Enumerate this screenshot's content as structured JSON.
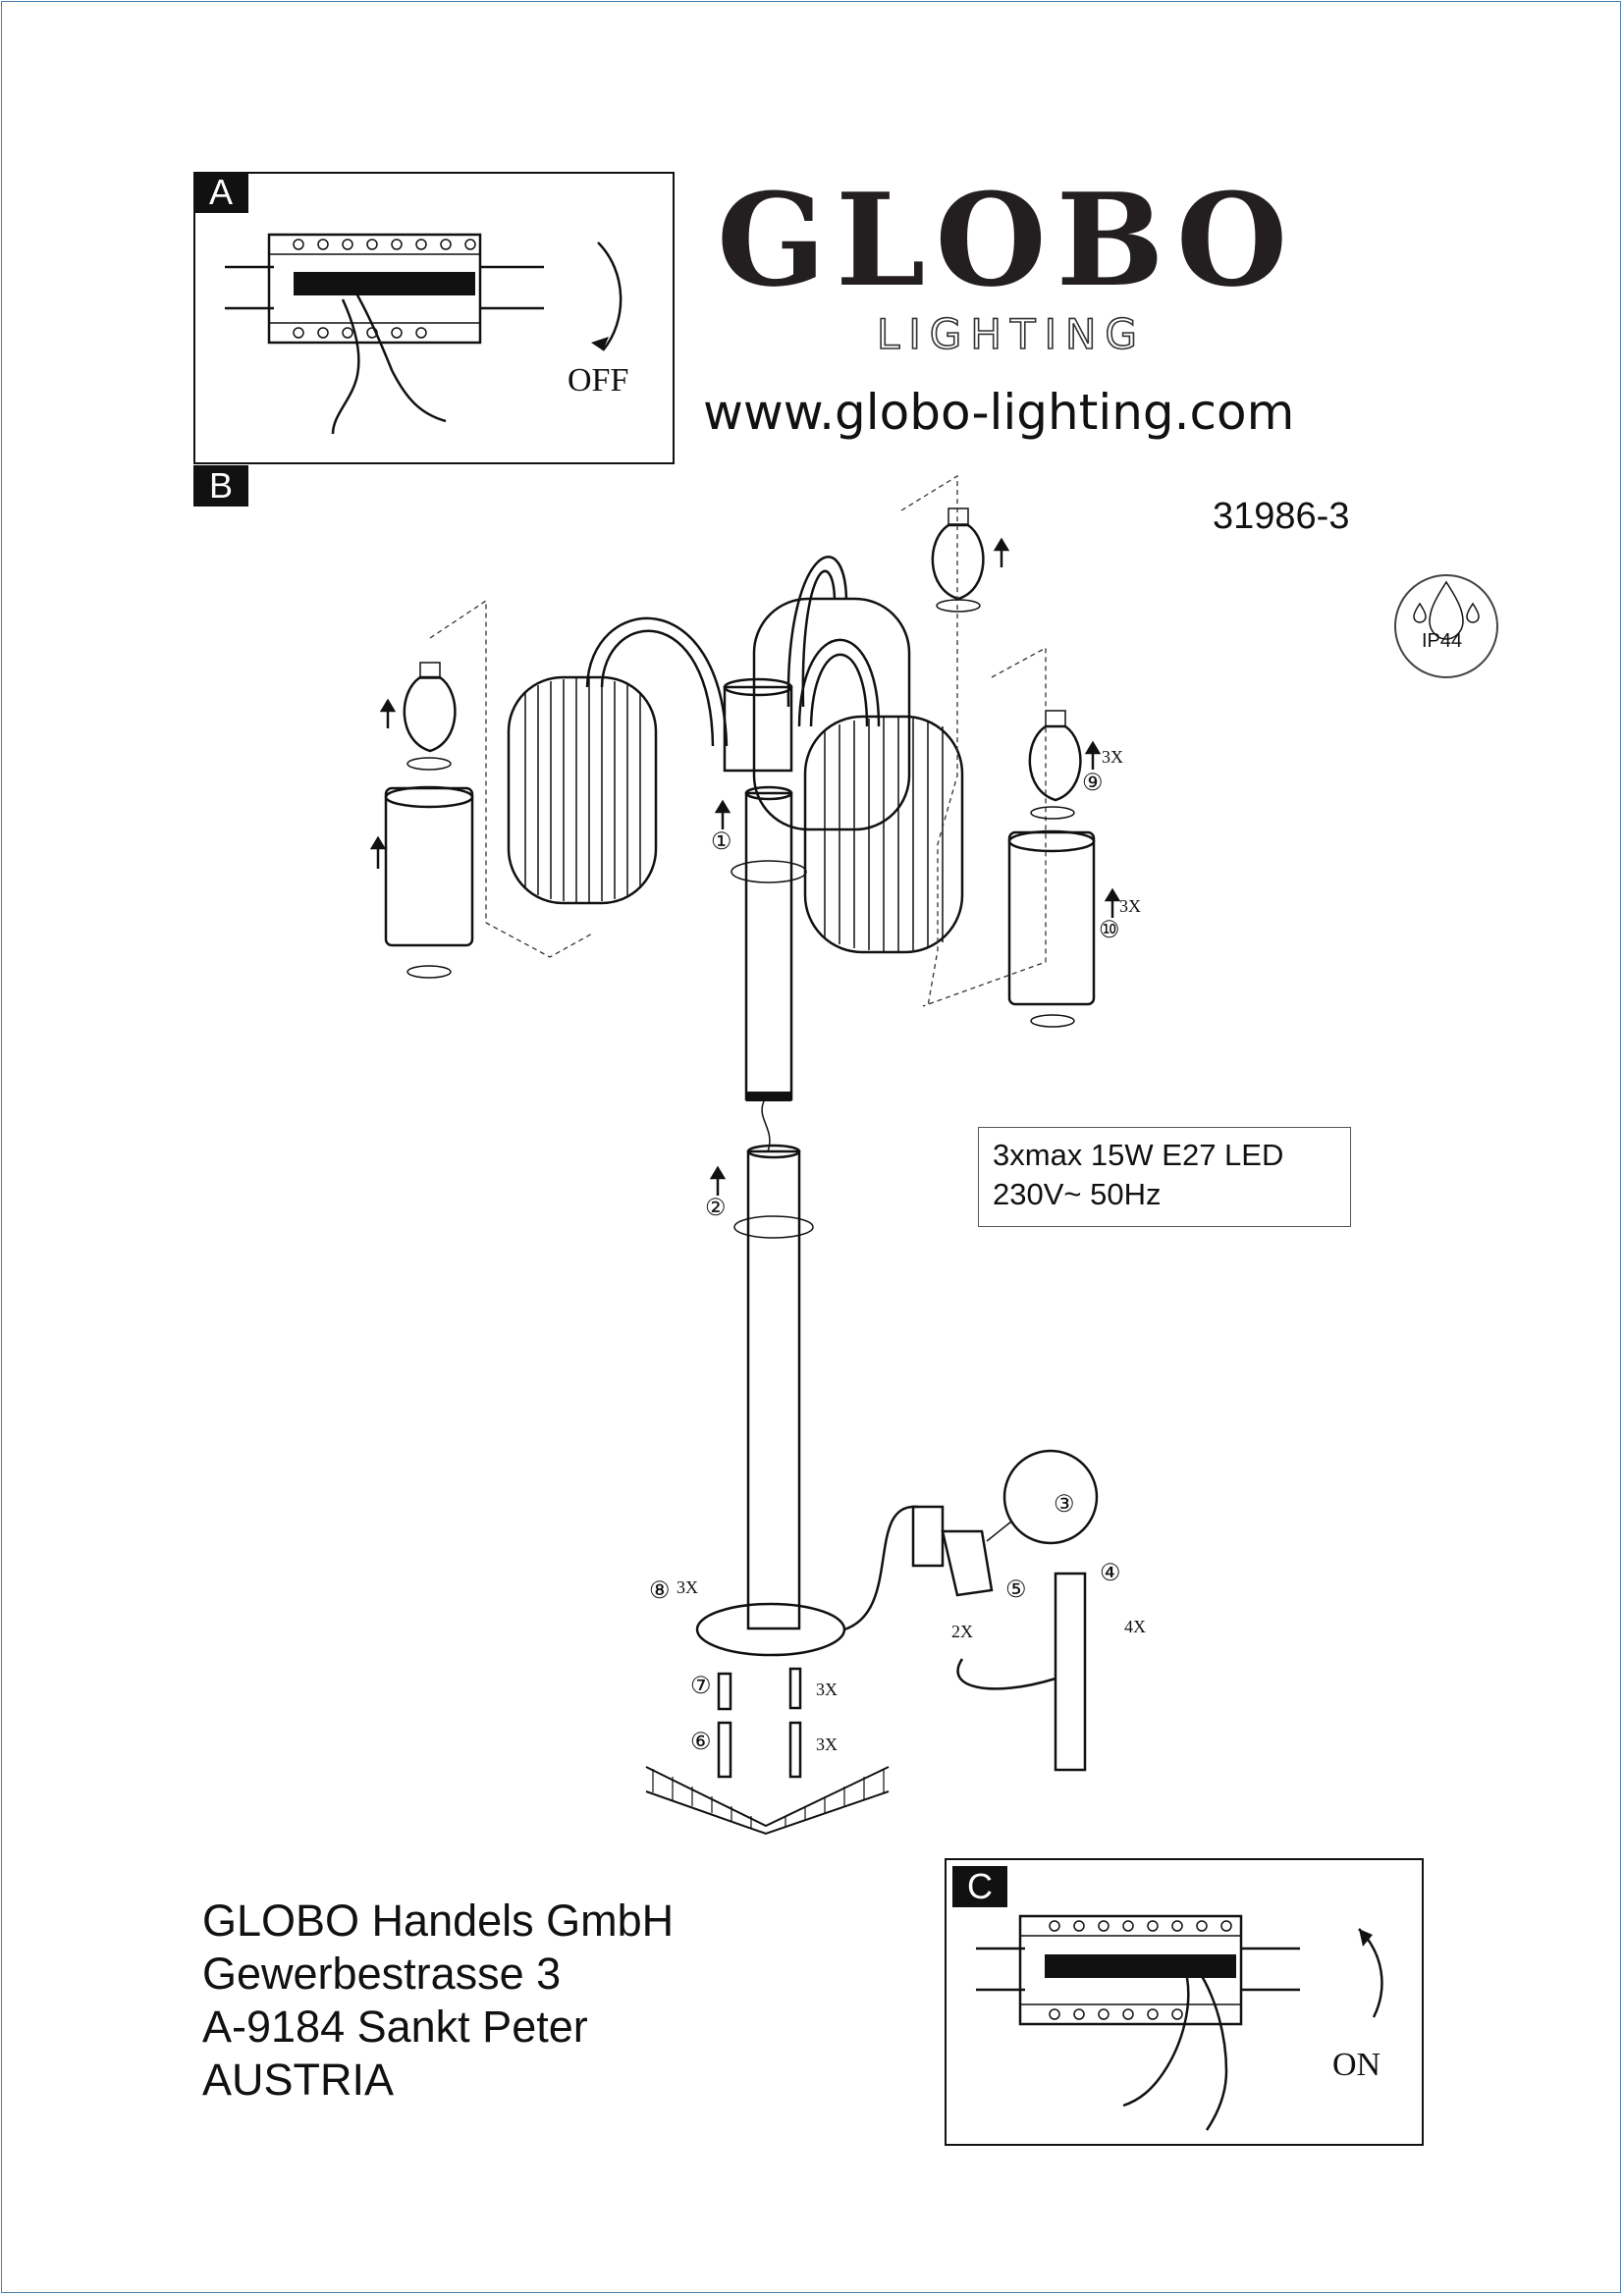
{
  "panel_a": {
    "tag": "A",
    "action": "OFF"
  },
  "panel_b": {
    "tag": "B"
  },
  "panel_c": {
    "tag": "C",
    "action": "ON"
  },
  "brand": {
    "name": "GLOBO",
    "subtitle": "LIGHTING",
    "website": "www.globo-lighting.com"
  },
  "product": {
    "model": "31986-3",
    "protection": "IP44"
  },
  "spec": {
    "line1": "3xmax 15W E27 LED",
    "line2": "230V~ 50Hz"
  },
  "steps": {
    "s1": "①",
    "s2": "②",
    "s3": "③",
    "s4": "④",
    "s5": "⑤",
    "s6": "⑥",
    "s7": "⑦",
    "s8": "⑧",
    "s9": "⑨",
    "s10": "⑩"
  },
  "quantities": {
    "q9": "3X",
    "q10": "3X",
    "q8": "3X",
    "q4": "4X",
    "q5": "2X",
    "q7": "3X",
    "q6": "3X"
  },
  "address": {
    "company": "GLOBO Handels GmbH",
    "street": "Gewerbestrasse 3",
    "city": "A-9184 Sankt Peter",
    "country": "AUSTRIA"
  }
}
